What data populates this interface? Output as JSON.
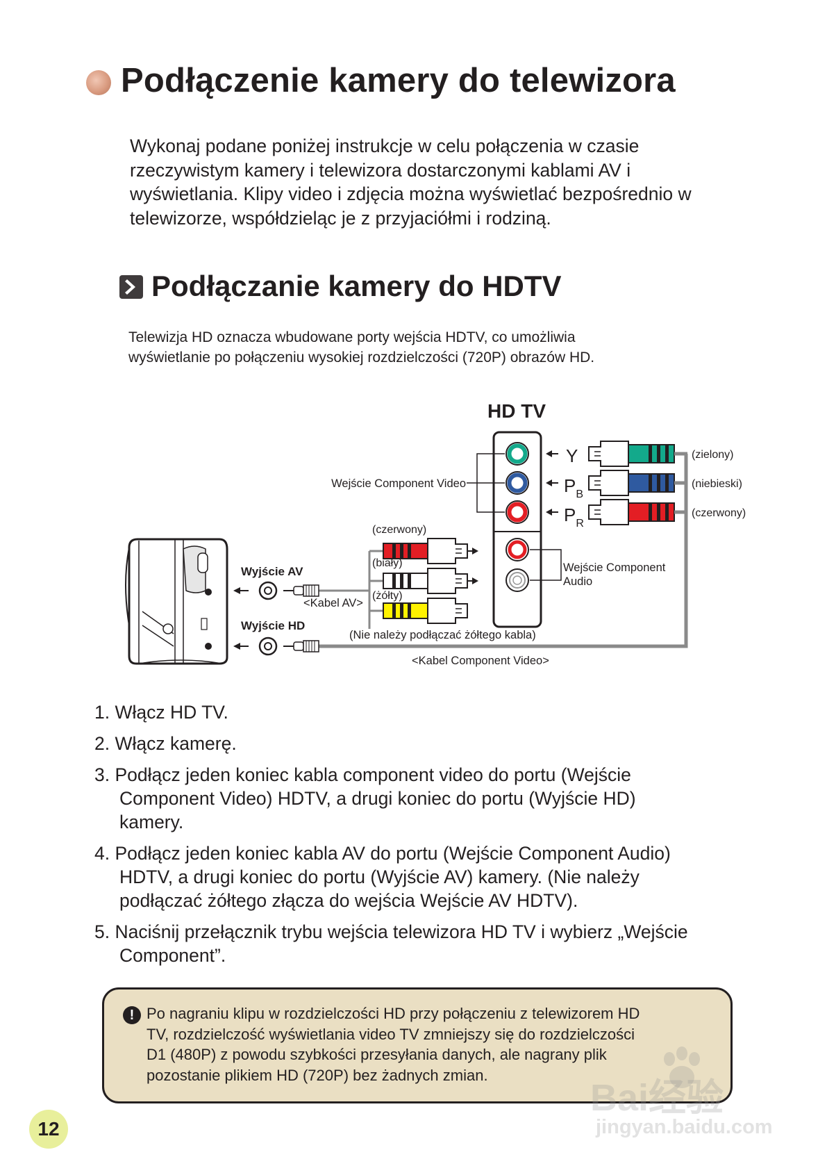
{
  "header": {
    "title": "Podłączenie kamery do telewizora",
    "intro": [
      "Wykonaj podane poniżej instrukcje w celu połączenia w czasie",
      "rzeczywistym kamery i telewizora dostarczonymi kablami AV i",
      "wyświetlania. Klipy video i zdjęcia można wyświetlać bezpośrednio w",
      "telewizorze, współdzieląc je z przyjaciółmi i rodziną."
    ]
  },
  "section": {
    "title": "Podłączanie kamery do HDTV",
    "description": [
      "Telewizja HD oznacza wbudowane porty wejścia HDTV, co umożliwia",
      "wyświetlanie po połączeniu wysokiej rozdzielczości (720P) obrazów HD."
    ]
  },
  "diagram": {
    "tv_label": "HD TV",
    "component_video_label": "Wejście Component Video",
    "component_audio_label": [
      "Wejście Component",
      "Audio"
    ],
    "av_out_label": "Wyjście AV",
    "hd_out_label": "Wyjście HD",
    "av_cable_label": "<Kabel AV>",
    "component_cable_label": "<Kabel Component Video>",
    "yellow_note": "(Nie należy podłączać żółtego kabla)",
    "plug_labels_av": [
      "(czerwony)",
      "(biały)",
      "(żółty)"
    ],
    "plug_labels_component": [
      "(zielony)",
      "(niebieski)",
      "(czerwony)"
    ],
    "signal_y": "Y",
    "signal_p": "P",
    "signal_pb_sub": "B",
    "signal_pr_sub": "R",
    "colors": {
      "green": "#13a98b",
      "blue": "#2f5aa0",
      "red": "#e31e24",
      "yellow": "#fff200",
      "white": "#ffffff"
    }
  },
  "steps": [
    {
      "lines": [
        "1. Włącz HD TV."
      ]
    },
    {
      "lines": [
        "2. Włącz kamerę."
      ]
    },
    {
      "lines": [
        "3. Podłącz jeden koniec kabla component video do portu (Wejście",
        "Component Video) HDTV, a drugi koniec do portu (Wyjście HD)",
        "kamery."
      ]
    },
    {
      "lines": [
        "4. Podłącz jeden koniec kabla AV do portu (Wejście Component Audio)",
        "HDTV, a drugi koniec do portu (Wyjście AV) kamery.  (Nie należy",
        "podłączać żółtego złącza do wejścia Wejście AV HDTV)."
      ]
    },
    {
      "lines": [
        "5. Naciśnij przełącznik trybu wejścia telewizora HD TV i wybierz „Wejście",
        "Component”."
      ]
    }
  ],
  "note": {
    "icon": "exclamation-icon",
    "lines": [
      "Po nagraniu klipu w rozdzielczości HD przy połączeniu z telewizorem HD",
      "TV, rozdzielczość wyświetlania video TV zmniejszy się do rozdzielczości",
      "D1 (480P) z powodu szybkości przesyłania danych, ale nagrany plik",
      "pozostanie plikiem HD (720P) bez żadnych zmian."
    ]
  },
  "page_number": "12",
  "watermark": {
    "text": "Bai经验",
    "url": "jingyan.baidu.com"
  }
}
